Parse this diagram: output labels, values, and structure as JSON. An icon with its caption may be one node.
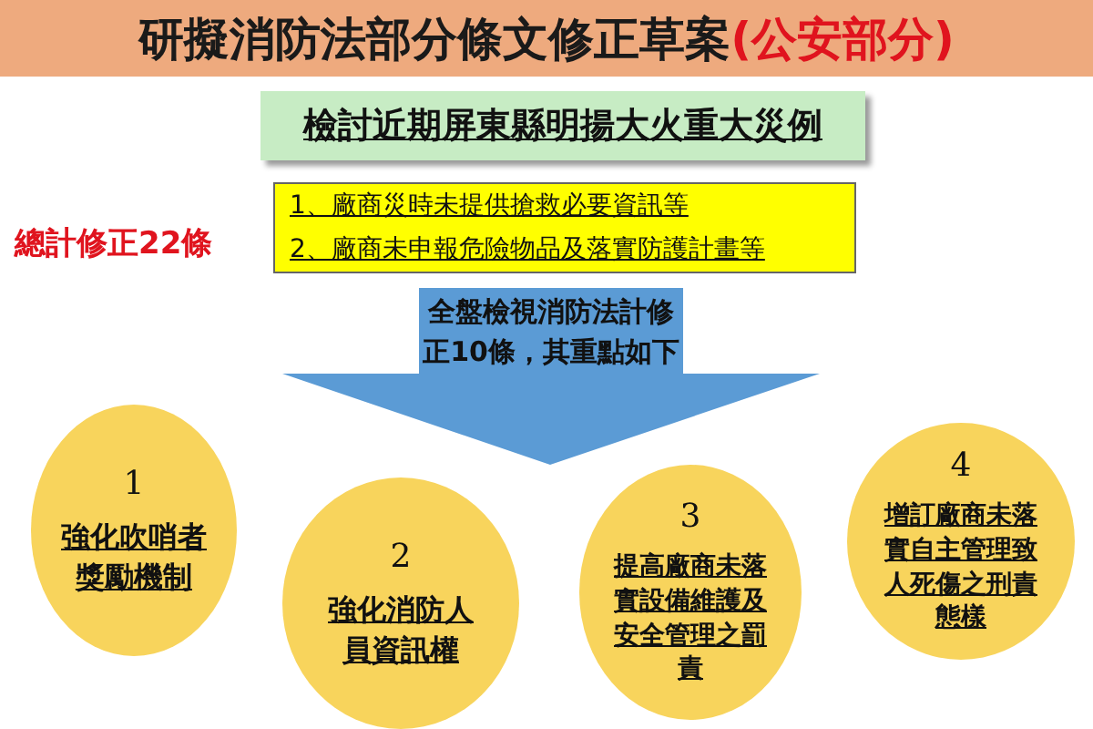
{
  "diagram": {
    "title": "研擬消防法部分條文修正草案",
    "nodes": [
      {
        "text": [
          "檢討近期屏東縣明揚大火重大災例"
        ]
      },
      {
        "text": [
          "1、廠商災時未提供搶救必要資訊等",
          "2、廠商未申報危險物品及落實防護計畫等"
        ]
      },
      {
        "text": [
          "全盤檢視消防法計修正10條，其重點如下"
        ]
      },
      {
        "text": [
          "1",
          "強化吹哨者獎勵機制"
        ]
      },
      {
        "text": [
          "2",
          "強化消防人員資訊權"
        ]
      },
      {
        "text": [
          "3",
          "提高廠商未落實設備維護及安全管理之罰責"
        ]
      },
      {
        "text": [
          "4",
          "增訂廠商未落實自主管理致人死傷之刑責態樣"
        ]
      }
    ],
    "labels": [
      "(公安部分)",
      "總計修正22條"
    ]
  }
}
